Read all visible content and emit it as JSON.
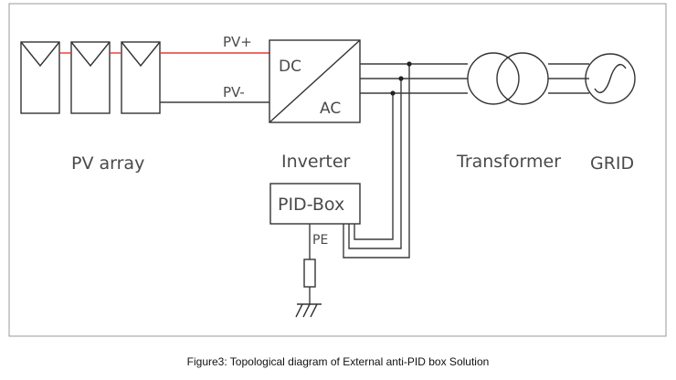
{
  "diagram": {
    "pv_array_label": "PV array",
    "pv_plus_label": "PV+",
    "pv_minus_label": "PV-",
    "dc_label": "DC",
    "ac_label": "AC",
    "inverter_label": "Inverter",
    "transformer_label": "Transformer",
    "grid_label": "GRID",
    "pid_box_label": "PID-Box",
    "pe_label": "PE",
    "colors": {
      "pv_plus_wire": "#e53935",
      "wire": "#3c3c3c"
    }
  },
  "caption": "Figure3: Topological diagram of External anti-PID box Solution"
}
